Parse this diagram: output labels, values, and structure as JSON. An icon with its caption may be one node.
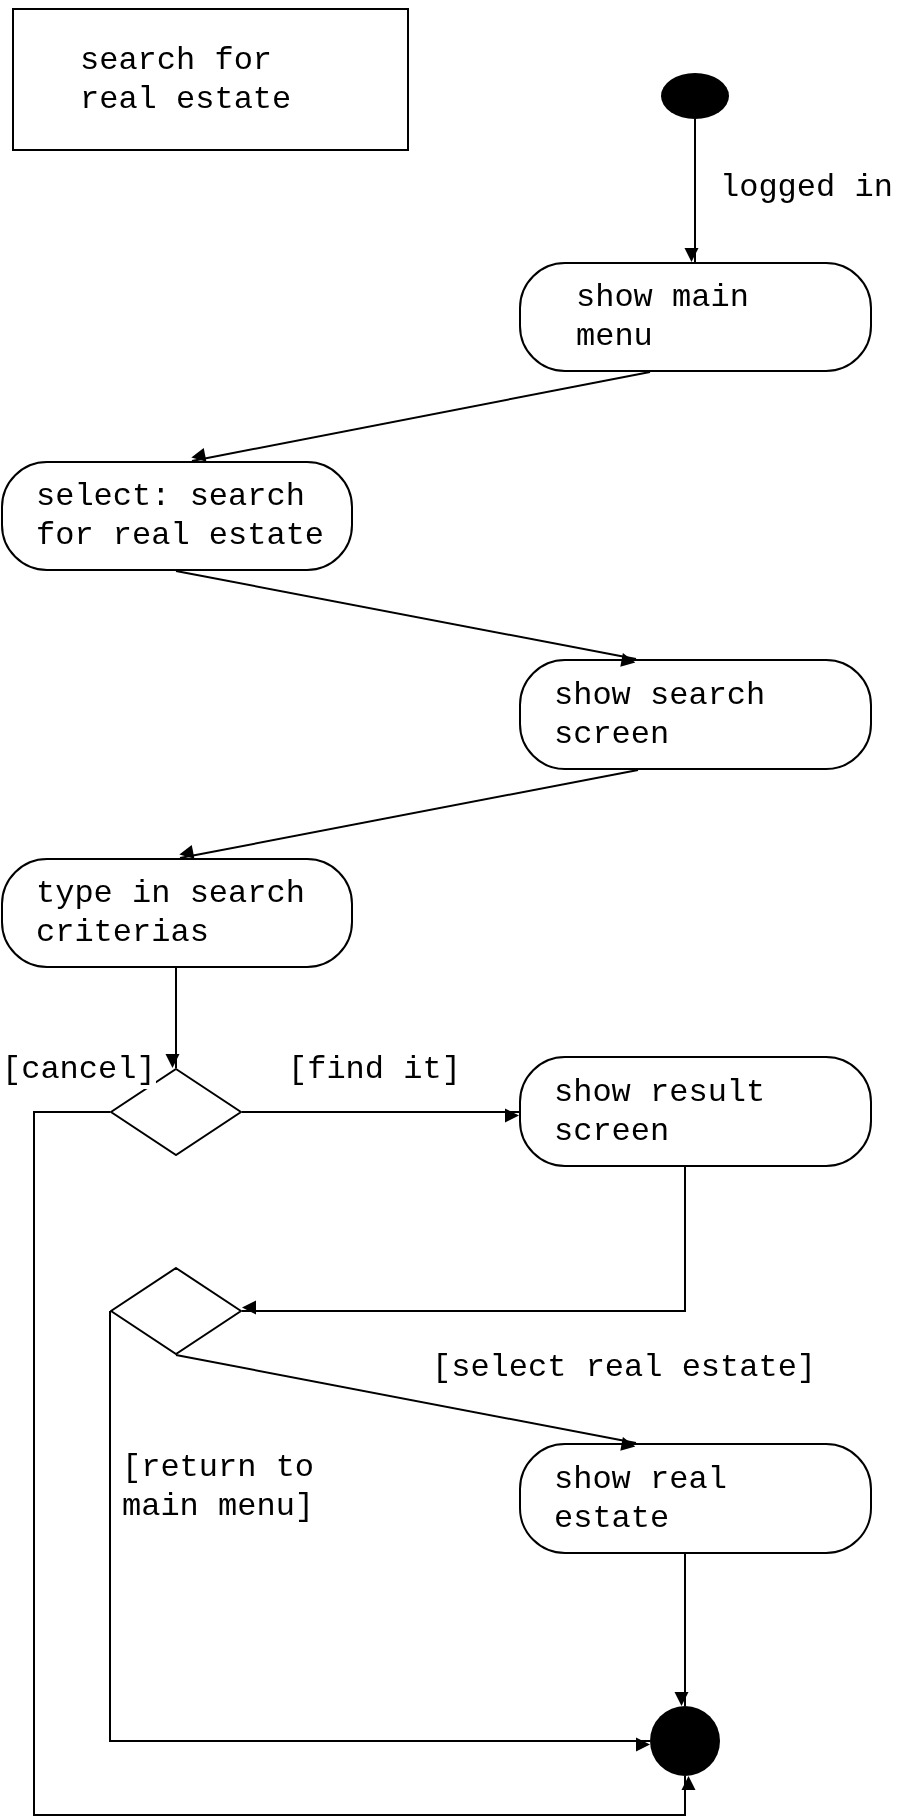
{
  "diagram": {
    "nodes": [
      {
        "text": [
          "search for real estate"
        ]
      },
      {
        "text": [],
        "shape": "circle"
      },
      {
        "text": [
          "show main menu"
        ]
      },
      {
        "text": [
          "select: search for real estate"
        ]
      },
      {
        "text": [
          "show search screen"
        ]
      },
      {
        "text": [
          "type in search criterias"
        ]
      },
      {
        "text": [],
        "shape": "diamond"
      },
      {
        "text": [
          "show result screen"
        ]
      },
      {
        "text": [],
        "shape": "diamond"
      },
      {
        "text": [
          "show real estate"
        ]
      },
      {
        "text": [],
        "shape": "circle"
      }
    ],
    "edges": [
      {
        "from": 1,
        "to": 2,
        "arrow": "to",
        "label": "logged in"
      },
      {
        "from": 2,
        "to": 3,
        "arrow": "to"
      },
      {
        "from": 3,
        "to": 4,
        "arrow": "to"
      },
      {
        "from": 4,
        "to": 5,
        "arrow": "to"
      },
      {
        "from": 5,
        "to": 6,
        "arrow": "to"
      },
      {
        "from": 6,
        "to": 7,
        "arrow": "to",
        "label": "[find it]"
      },
      {
        "from": 6,
        "to": 10,
        "arrow": "to",
        "label": "[cancel]"
      },
      {
        "from": 7,
        "to": 8,
        "arrow": "to"
      },
      {
        "from": 8,
        "to": 9,
        "arrow": "to",
        "label": "[select real estate]"
      },
      {
        "from": 8,
        "to": 10,
        "arrow": "to",
        "label": "[return to main menu]"
      },
      {
        "from": 9,
        "to": 10,
        "arrow": "to"
      }
    ]
  }
}
